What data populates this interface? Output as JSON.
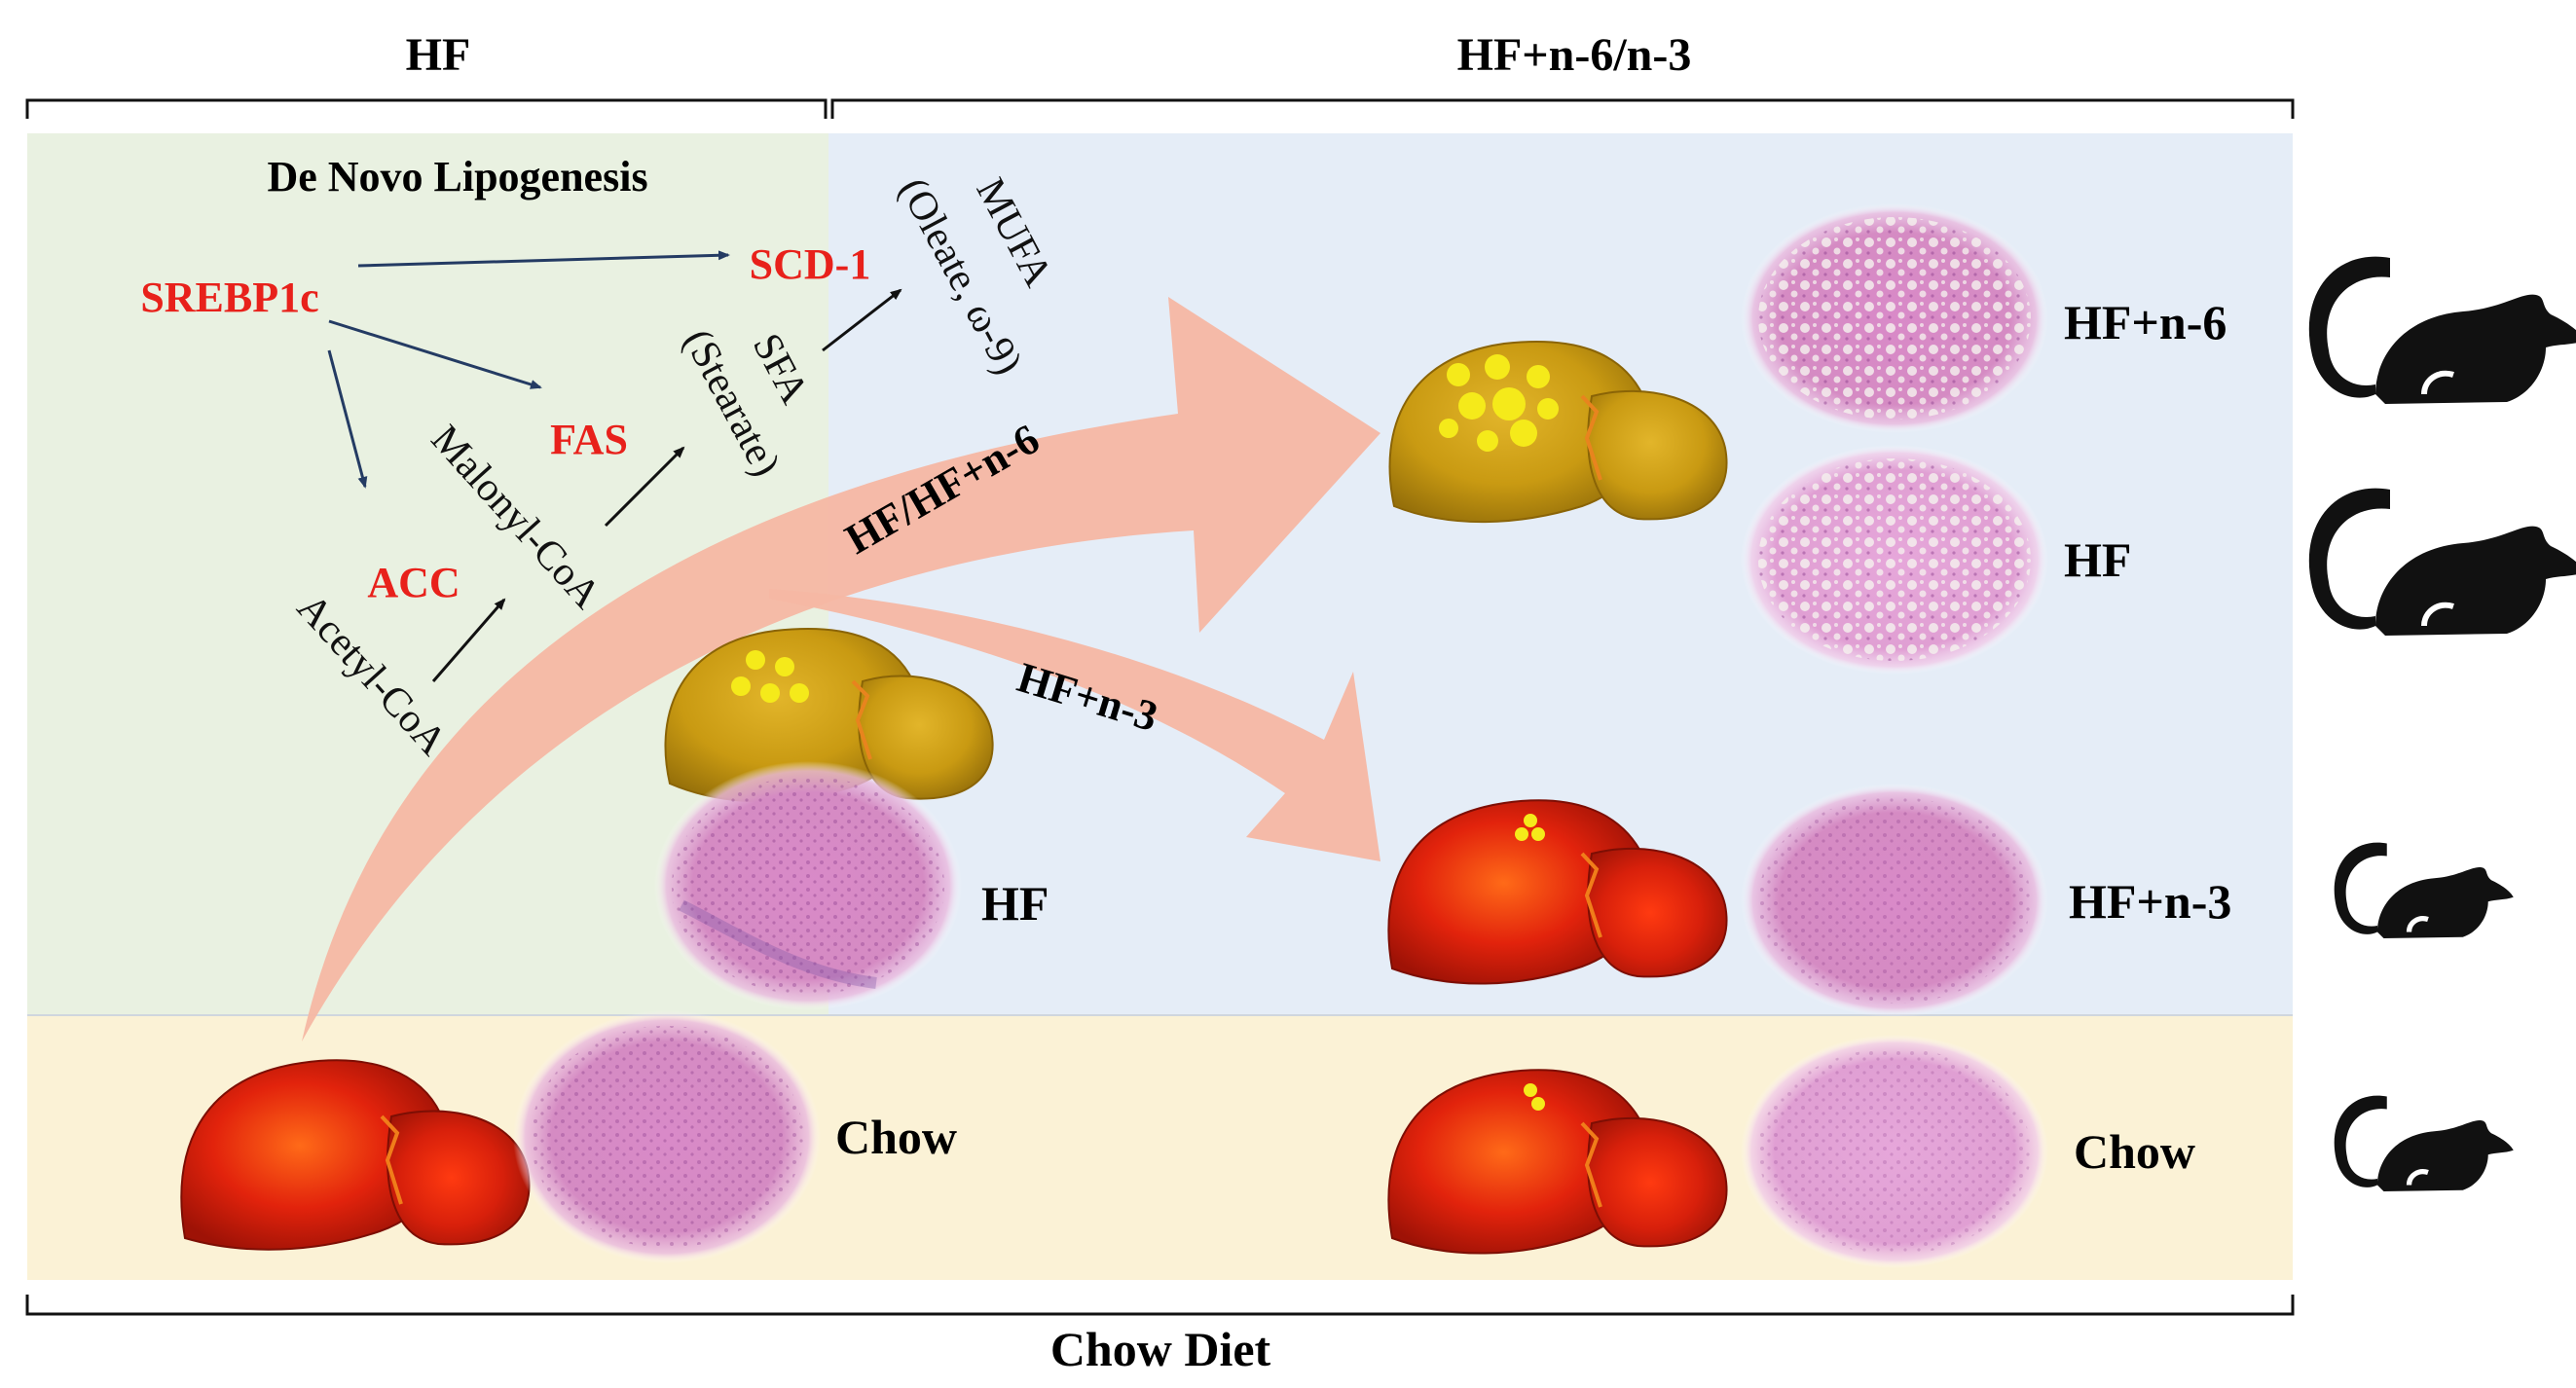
{
  "headers": {
    "top_left": "HF",
    "top_right": "HF+n-6/n-3",
    "bottom": "Chow Diet"
  },
  "pathway": {
    "title": "De Novo Lipogenesis",
    "srebp1c": "SREBP1c",
    "scd1": "SCD-1",
    "fas": "FAS",
    "acc": "ACC",
    "malonyl_coa": "Malonyl-CoA",
    "acetyl_coa": "Acetyl-CoA",
    "sfa": "SFA",
    "sfa_detail": "(Stearate)",
    "mufa": "MUFA",
    "mufa_detail": "(Oleate, ω-9)"
  },
  "arrows": {
    "upper": "HF/HF+n-6",
    "lower": "HF+n-3"
  },
  "groups": {
    "hf_left": "HF",
    "chow_left": "Chow",
    "hf_n6": "HF+n-6",
    "hf": "HF",
    "hf_n3": "HF+n-3",
    "chow_right": "Chow"
  },
  "colors": {
    "hf_panel": "#e9f1e1",
    "n6n3_panel": "#e5edf7",
    "chow_panel": "#fbf2d6",
    "arrow": "#f5b8a4",
    "enzyme_text": "#e8211b",
    "fatty_liver": "#c99a12",
    "healthy_liver": "#d81f0c",
    "histology": "#d68bc4"
  }
}
